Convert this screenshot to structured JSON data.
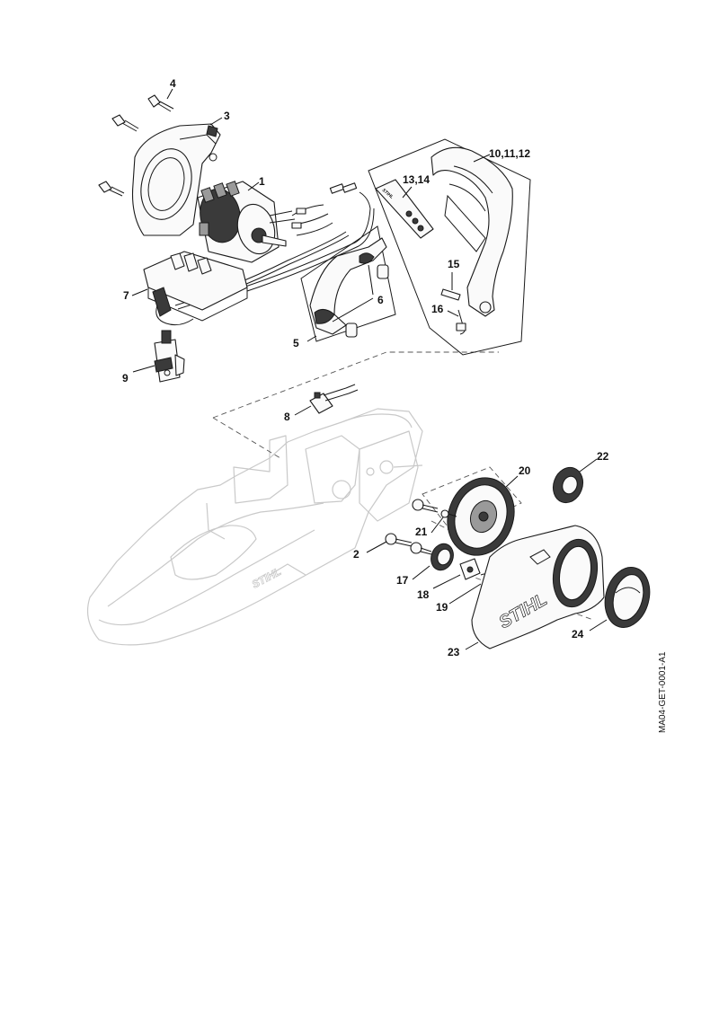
{
  "callouts": [
    {
      "id": "c1",
      "text": "1"
    },
    {
      "id": "c2",
      "text": "2"
    },
    {
      "id": "c3",
      "text": "3"
    },
    {
      "id": "c4",
      "text": "4"
    },
    {
      "id": "c5",
      "text": "5"
    },
    {
      "id": "c6",
      "text": "6"
    },
    {
      "id": "c7",
      "text": "7"
    },
    {
      "id": "c8",
      "text": "8"
    },
    {
      "id": "c9",
      "text": "9"
    },
    {
      "id": "c10",
      "text": "10,11,12"
    },
    {
      "id": "c13",
      "text": "13,14"
    },
    {
      "id": "c15",
      "text": "15"
    },
    {
      "id": "c16",
      "text": "16"
    },
    {
      "id": "c17",
      "text": "17"
    },
    {
      "id": "c18",
      "text": "18"
    },
    {
      "id": "c19",
      "text": "19"
    },
    {
      "id": "c20",
      "text": "20"
    },
    {
      "id": "c21",
      "text": "21"
    },
    {
      "id": "c22",
      "text": "22"
    },
    {
      "id": "c23",
      "text": "23"
    },
    {
      "id": "c24",
      "text": "24"
    }
  ],
  "drawing_ref": "MA04-GET-0001-A1",
  "brand": "STIHL"
}
